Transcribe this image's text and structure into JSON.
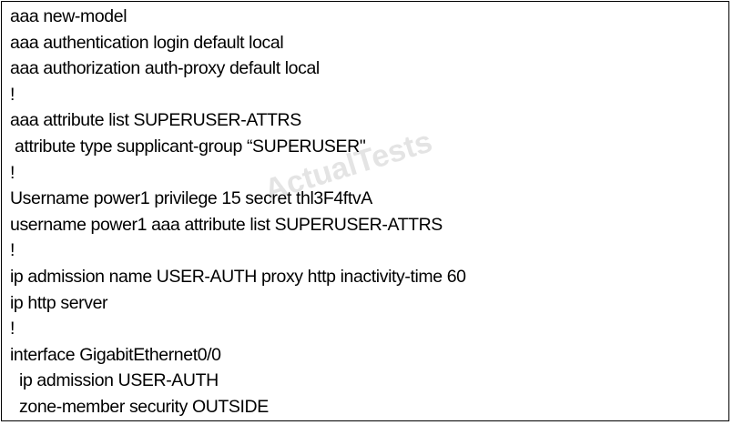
{
  "watermark": "ActualTests",
  "config_lines": [
    "aaa new-model",
    "aaa authentication login default local",
    "aaa authorization auth-proxy default local",
    "!",
    "aaa attribute list SUPERUSER-ATTRS",
    " attribute type supplicant-group “SUPERUSER\"",
    "!",
    "Username power1 privilege 15 secret thl3F4ftvA",
    "username power1 aaa attribute list SUPERUSER-ATTRS",
    "!",
    "ip admission name USER-AUTH proxy http inactivity-time 60",
    "ip http server",
    "!",
    "interface GigabitEthernet0/0",
    "  ip admission USER-AUTH",
    "  zone-member security OUTSIDE"
  ]
}
